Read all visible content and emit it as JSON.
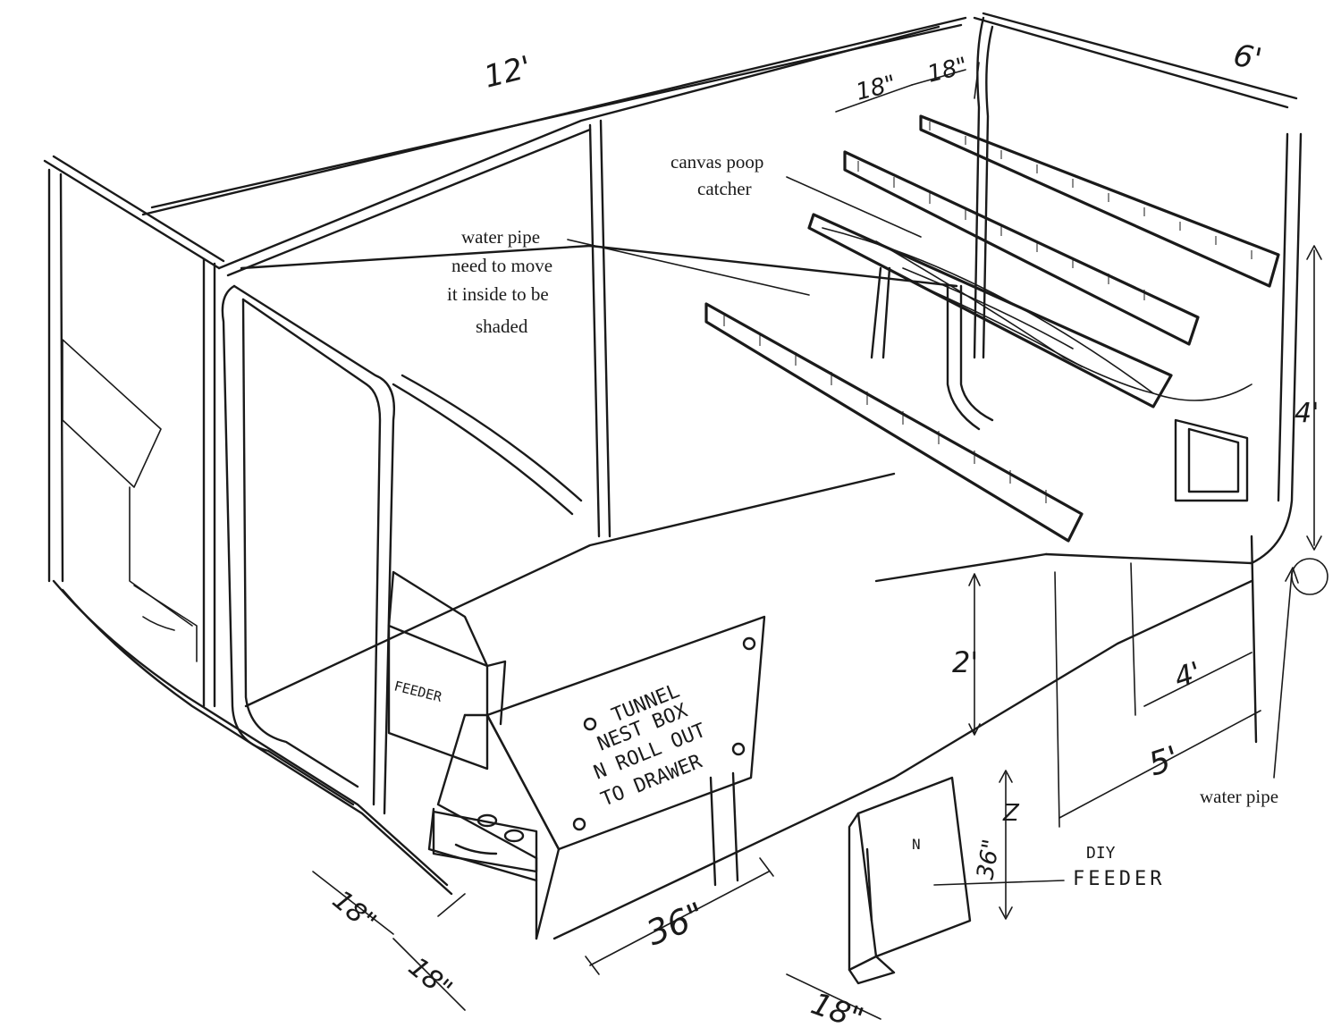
{
  "dimensions": {
    "length_top": "12'",
    "width_top": "6'",
    "roost_gap_a": "18\"",
    "roost_gap_b": "18\"",
    "height_side": "4'",
    "height_box": "2'",
    "depth_4": "4'",
    "depth_5": "5'",
    "nest_width": "36\"",
    "nest_depth": "18\"",
    "nest_height": "18\"",
    "feeder_height": "36\"",
    "feeder_z": "Z",
    "feeder_width": "18\""
  },
  "labels": {
    "canvas_line1": "canvas poop",
    "canvas_line2": "catcher",
    "pipe_line1": "water pipe",
    "pipe_line2": "need to move",
    "pipe_line3": "it inside to be",
    "pipe_line4": "shaded",
    "water_pipe_bottom": "water pipe",
    "feeder_small": "FEEDER",
    "nest_line1": "TUNNEL",
    "nest_line2": "NEST BOX",
    "nest_line3": "N ROLL OUT",
    "nest_line4": "TO DRAWER",
    "diy_line1": "DIY",
    "diy_line2": "FEEDER",
    "feeder_mark": "N"
  }
}
